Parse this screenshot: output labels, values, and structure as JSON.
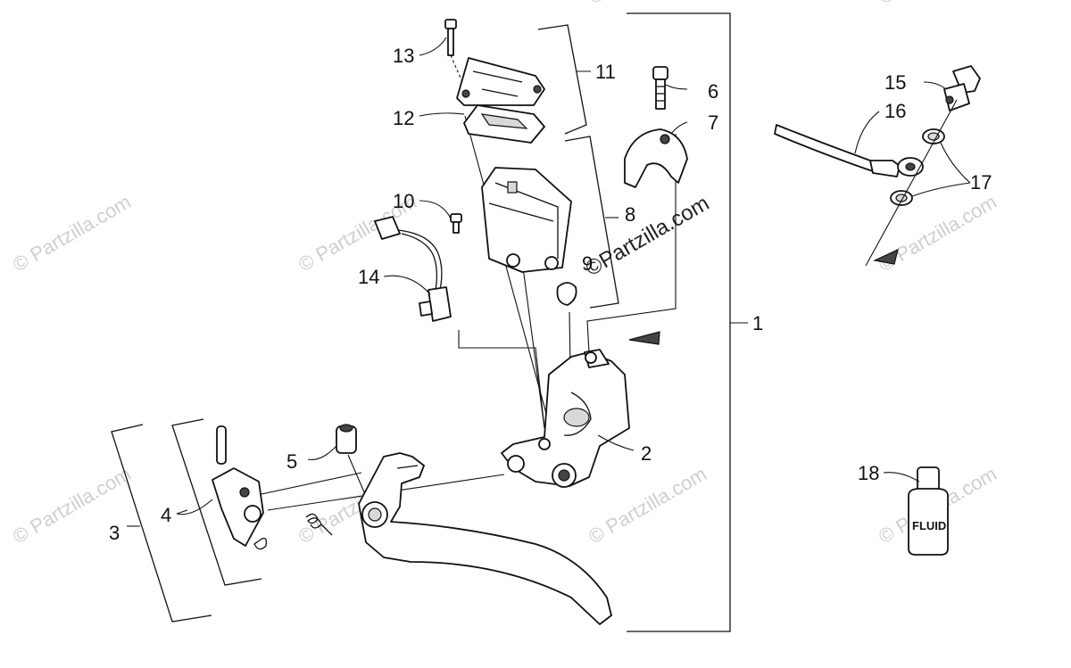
{
  "callouts": {
    "c1": "1",
    "c2": "2",
    "c3": "3",
    "c4": "4",
    "c5": "5",
    "c6": "6",
    "c7": "7",
    "c8": "8",
    "c9": "9",
    "c10": "10",
    "c11": "11",
    "c12": "12",
    "c13": "13",
    "c14": "14",
    "c15": "15",
    "c16": "16",
    "c17": "17",
    "c18": "18"
  },
  "labels": {
    "fluid_bottle": "FLUID"
  },
  "watermark": {
    "text": "© Partzilla.com",
    "main_text": "©Partzilla.com"
  }
}
